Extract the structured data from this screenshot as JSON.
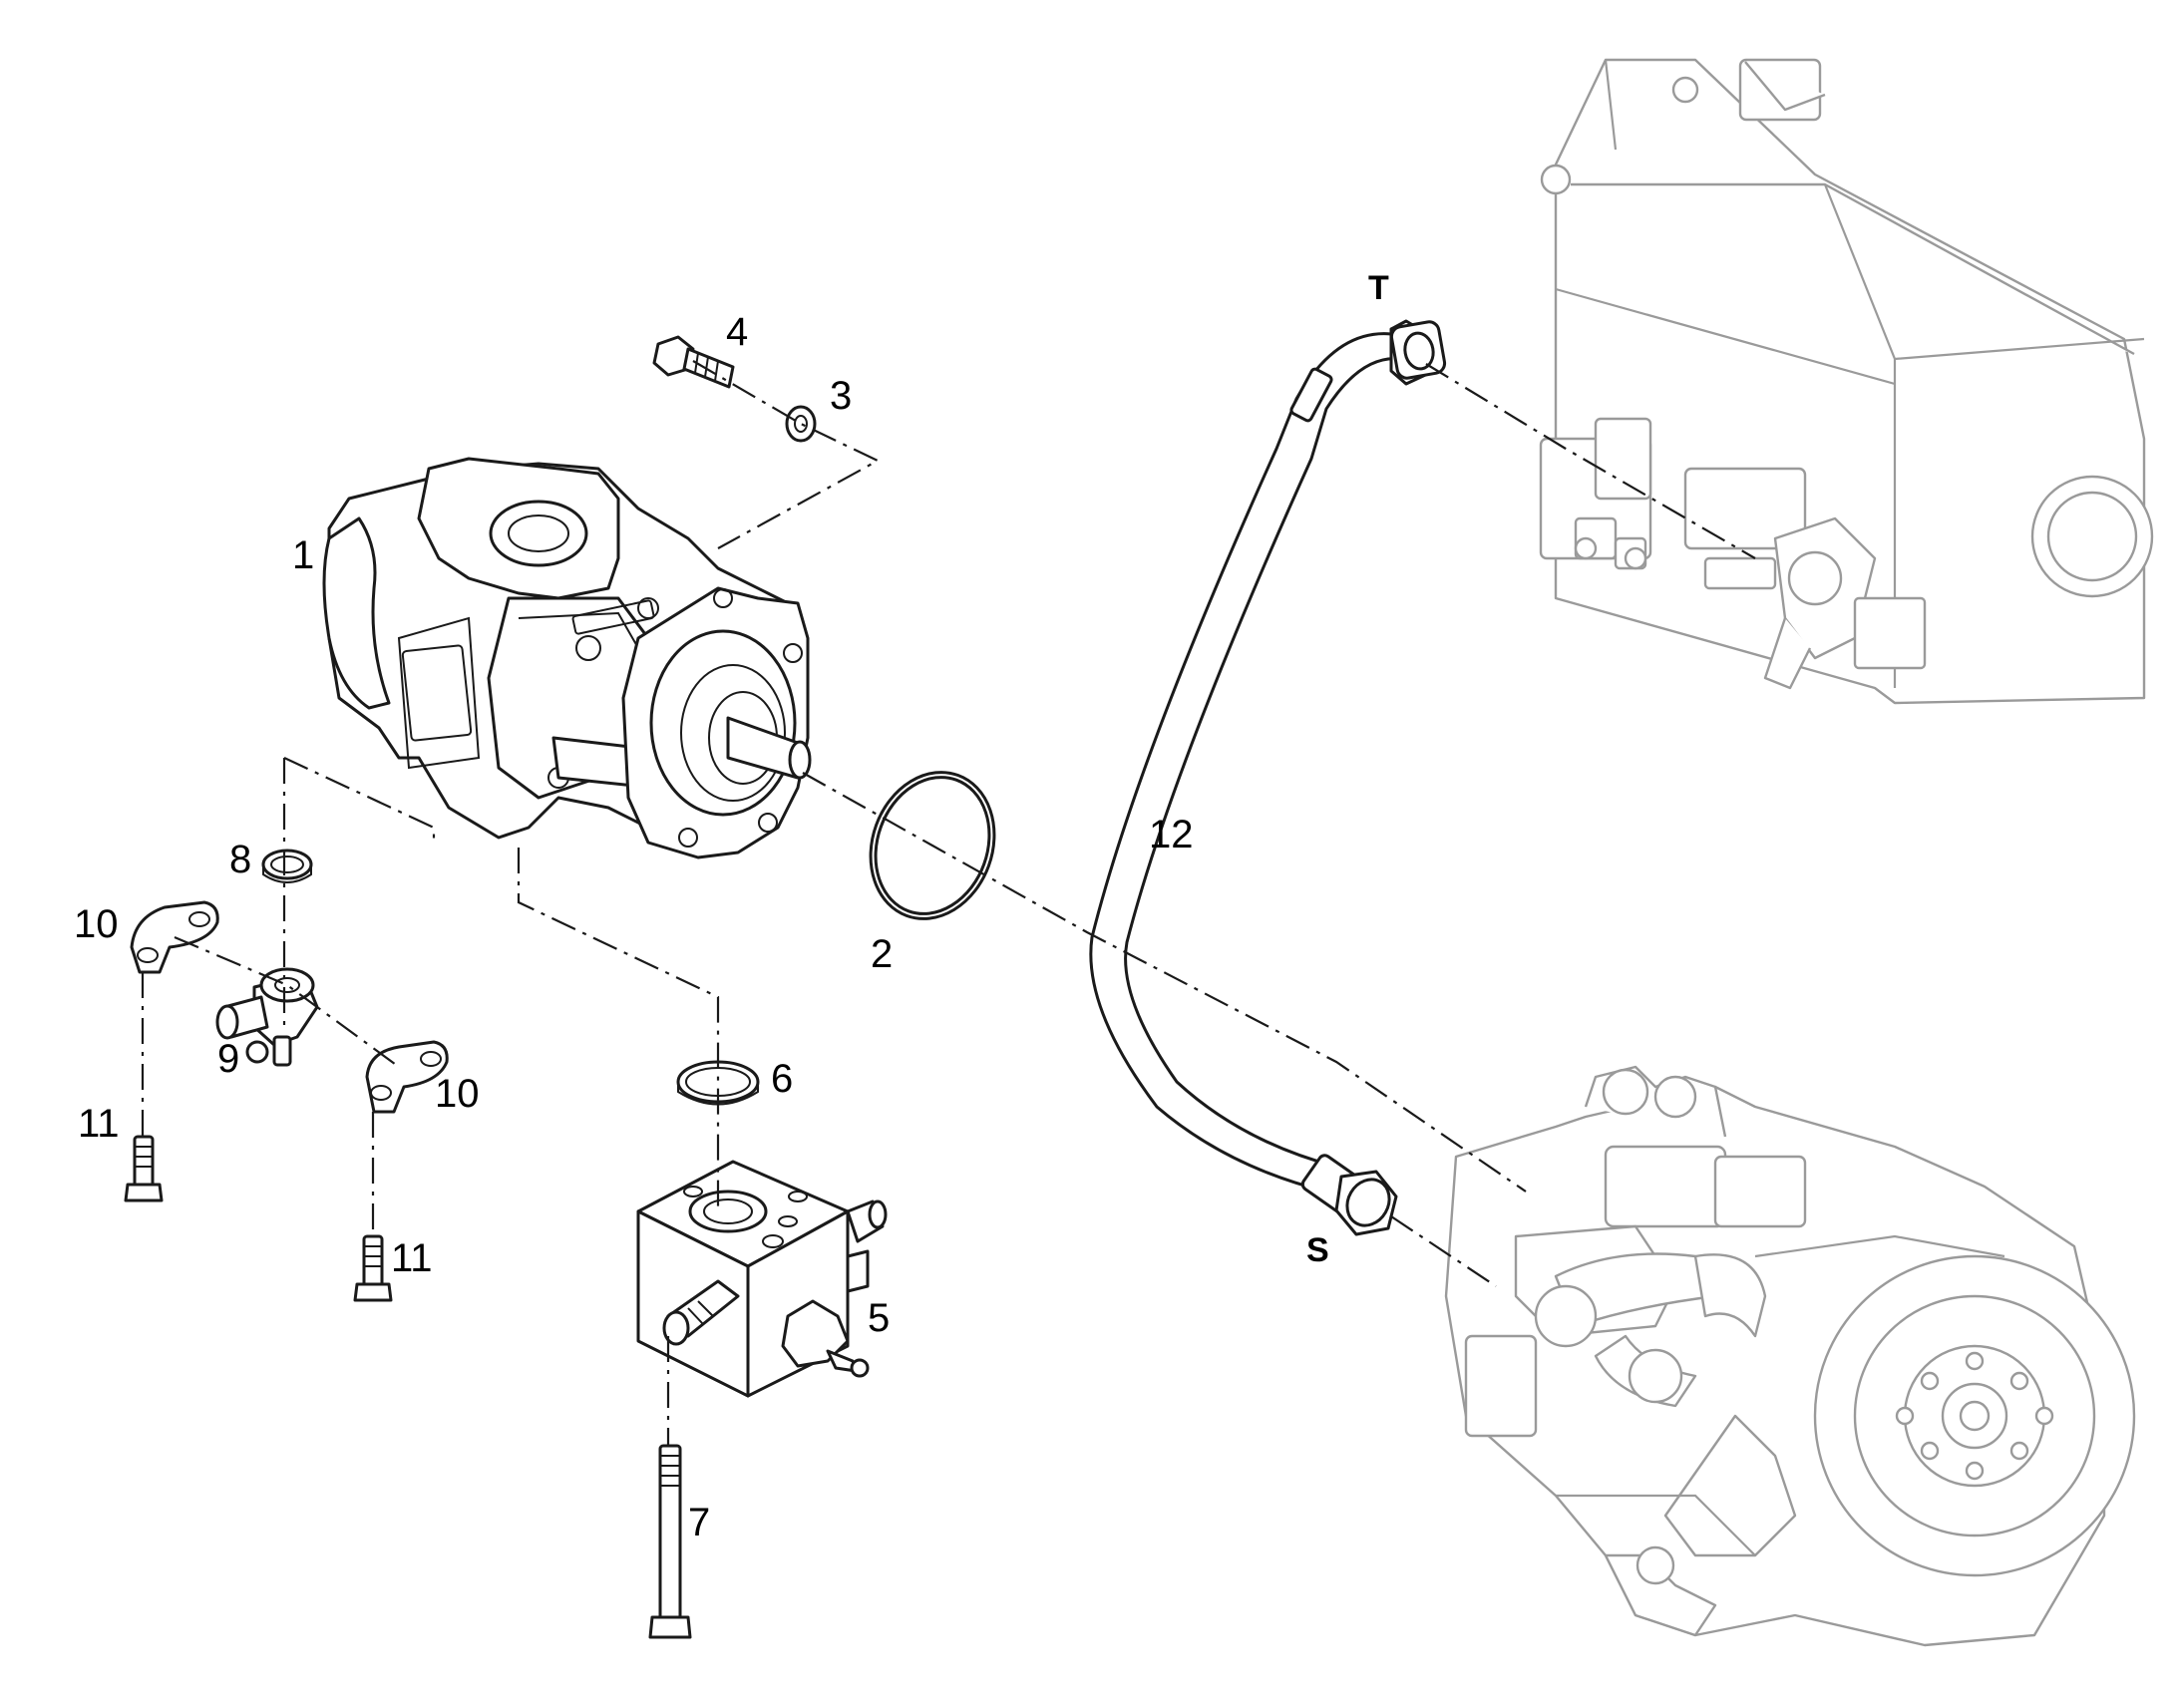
{
  "callouts": [
    {
      "id": "1",
      "text": "1"
    },
    {
      "id": "2",
      "text": "2"
    },
    {
      "id": "3",
      "text": "3"
    },
    {
      "id": "4",
      "text": "4"
    },
    {
      "id": "5",
      "text": "5"
    },
    {
      "id": "6",
      "text": "6"
    },
    {
      "id": "7",
      "text": "7"
    },
    {
      "id": "8",
      "text": "8"
    },
    {
      "id": "9",
      "text": "9"
    },
    {
      "id": "10a",
      "text": "10"
    },
    {
      "id": "10b",
      "text": "10"
    },
    {
      "id": "11a",
      "text": "11"
    },
    {
      "id": "11b",
      "text": "11"
    },
    {
      "id": "12",
      "text": "12"
    }
  ],
  "port_labels": {
    "t": "T",
    "s": "S"
  },
  "colors": {
    "line": "#1a1a1a",
    "context_part": "#9a9a9a",
    "background": "#ffffff"
  }
}
